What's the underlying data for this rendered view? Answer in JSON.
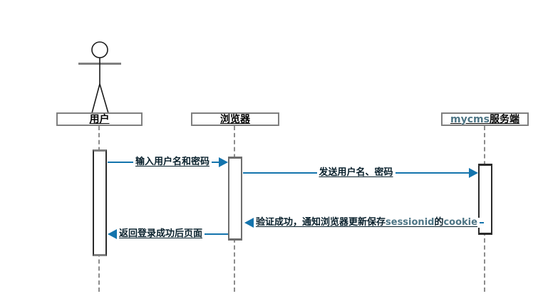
{
  "diagram": {
    "type": "uml-sequence-diagram",
    "colors": {
      "arrow": "#1474ad",
      "lifeline_dash": "#8c8c8c",
      "box_border": "#7f7f7f",
      "message_text": "#071f2b",
      "latin_text": "#4d7585"
    },
    "lifelines": [
      {
        "label": "用户",
        "kind": "actor"
      },
      {
        "label": "浏览器",
        "kind": "object"
      },
      {
        "label": "mycms服务端",
        "kind": "object"
      }
    ],
    "messages": [
      {
        "text": "输入用户名和密码",
        "from": "用户",
        "to": "浏览器",
        "direction": "right"
      },
      {
        "text": "发送用户名、密码",
        "from": "浏览器",
        "to": "mycms服务端",
        "direction": "right"
      },
      {
        "text": "验证成功，通知浏览器更新保存sessionid的cookie",
        "from": "mycms服务端",
        "to": "浏览器",
        "direction": "left"
      },
      {
        "text": "返回登录成功后页面",
        "from": "浏览器",
        "to": "用户",
        "direction": "left"
      }
    ]
  }
}
